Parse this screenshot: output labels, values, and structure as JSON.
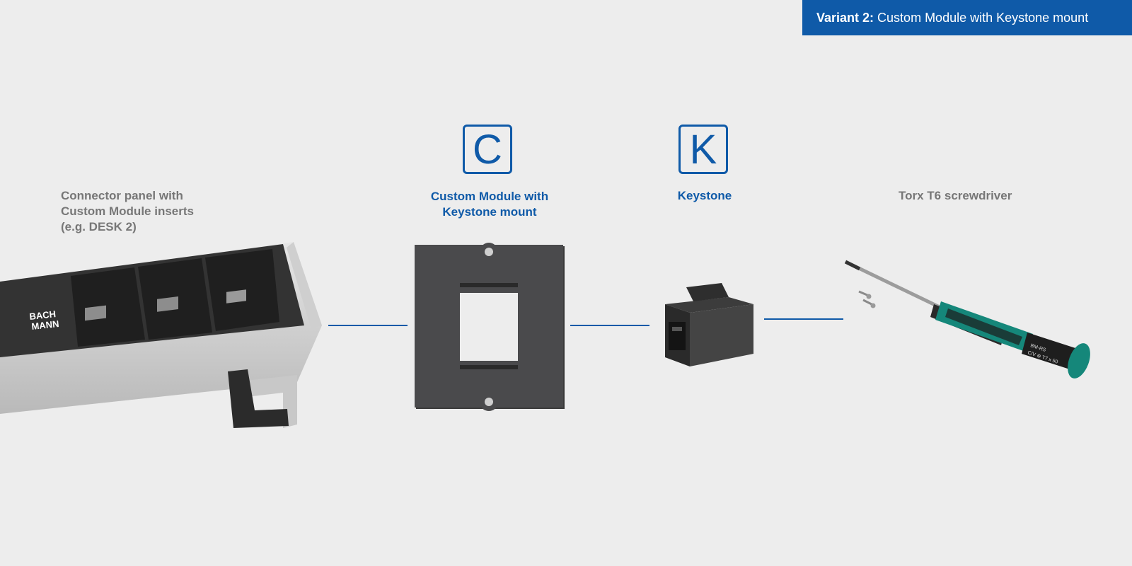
{
  "banner": {
    "bold": "Variant 2:",
    "text": "Custom Module with Keystone mount"
  },
  "items": [
    {
      "label_lines": [
        "Connector panel with",
        "Custom Module inserts",
        "(e.g. DESK 2)"
      ]
    },
    {
      "badge": "C",
      "label_lines": [
        "Custom Module with",
        "Keystone mount"
      ]
    },
    {
      "badge": "K",
      "label_lines": [
        "Keystone"
      ]
    },
    {
      "label_lines": [
        "Torx T6 screwdriver"
      ]
    }
  ],
  "panel_logo": [
    "BACH",
    "MANN"
  ],
  "screwdriver_print": [
    "BM-RS",
    "C/V ⊕ T7 x 50"
  ],
  "colors": {
    "accent": "#0f5aa8",
    "background": "#ededed",
    "label_grey": "#777777"
  }
}
